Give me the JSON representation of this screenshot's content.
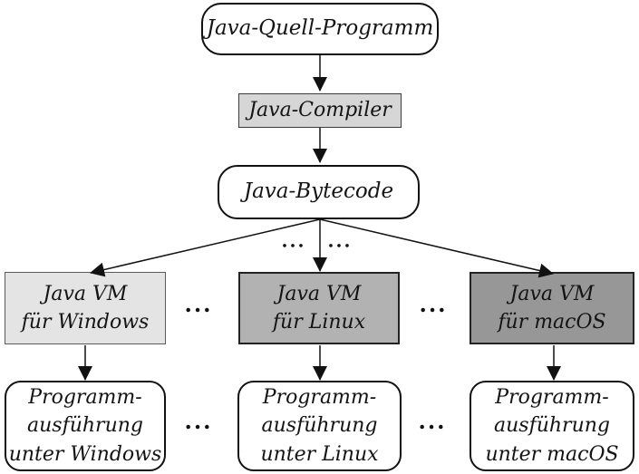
{
  "ellipsis": "...",
  "colors": {
    "compiler_fill": "#d6d6d6",
    "vm_windows_fill": "#e4e4e4",
    "vm_linux_fill": "#b2b2b2",
    "vm_macos_fill": "#979797",
    "node_fill": "#ffffff",
    "line_color": "#111111"
  },
  "nodes": {
    "source": {
      "label": "Java-Quell-Programm"
    },
    "compiler": {
      "label": "Java-Compiler"
    },
    "bytecode": {
      "label": "Java-Bytecode"
    },
    "vm_windows": {
      "lines": [
        "Java VM",
        "für Windows"
      ]
    },
    "vm_linux": {
      "lines": [
        "Java VM",
        "für Linux"
      ]
    },
    "vm_macos": {
      "lines": [
        "Java VM",
        "für macOS"
      ]
    },
    "run_windows": {
      "lines": [
        "Programm-",
        "ausführung",
        "unter Windows"
      ]
    },
    "run_linux": {
      "lines": [
        "Programm-",
        "ausführung",
        "unter Linux"
      ]
    },
    "run_macos": {
      "lines": [
        "Programm-",
        "ausführung",
        "unter macOS"
      ]
    }
  }
}
